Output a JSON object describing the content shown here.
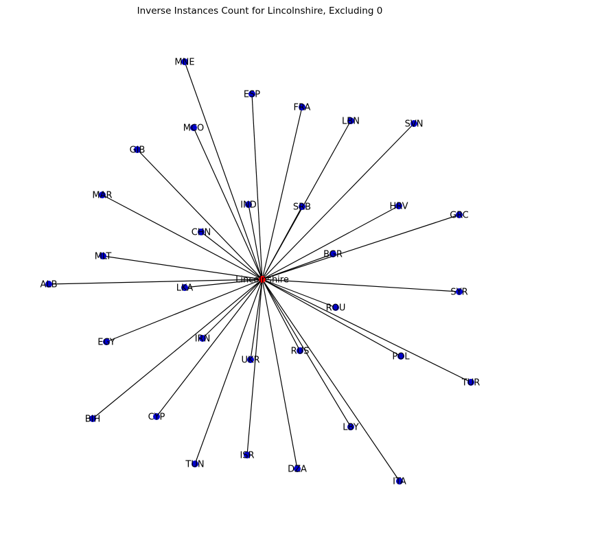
{
  "title": "Inverse Instances Count for Lincolnshire, Excluding 0",
  "graph": {
    "center": {
      "label": "Lincolnshire",
      "color": "#ff0000"
    },
    "edge_color": "#000000",
    "node_color": "#0000cc",
    "nodes": [
      "MNE",
      "ESP",
      "FRA",
      "LBN",
      "SVN",
      "MCO",
      "GIB",
      "IND",
      "SRB",
      "HRV",
      "GRC",
      "MAR",
      "CHN",
      "BGR",
      "MLT",
      "ALB",
      "LKA",
      "SYR",
      "ROU",
      "EGY",
      "IRN",
      "UKR",
      "RUS",
      "POL",
      "TUR",
      "BIH",
      "CYP",
      "LBY",
      "TUN",
      "ISR",
      "DZA",
      "ITA"
    ]
  }
}
